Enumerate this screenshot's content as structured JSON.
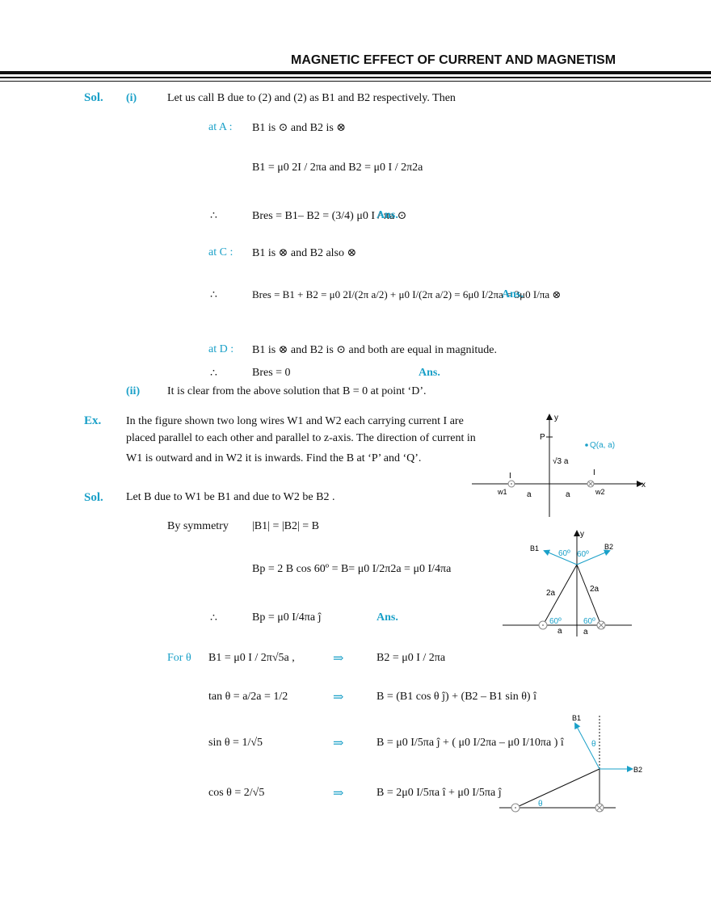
{
  "header": {
    "title": "MAGNETIC EFFECT  OF CURRENT AND MAGNETISM"
  },
  "sol1": {
    "label": "Sol.",
    "part_i": "(i)",
    "intro": "Let us call B due to (2) and (2) as B1 and B2 respectively. Then",
    "atA_label": "at A :",
    "atA_text": "B1 is ⊙ and B2 is ⊗",
    "b1_formula": "B1 = μ0 2I / 2πa   and  B2 = μ0 I / 2π2a",
    "therefore": "∴",
    "bres_A": "Bres = B1– B2 = (3/4) μ0 I / πa ⊙",
    "ans": "Ans.",
    "atC_label": "at C :",
    "atC_text": "B1 is ⊗ and B2 also ⊗",
    "bres_C": "Bres = B1 + B2 = μ0 2I/(2π a/2) + μ0 I/(2π a/2) = 6μ0 I/2πa = 3μ0 I/πa ⊗",
    "atD_label": "at D :",
    "atD_text": "B1 is ⊗ and B2 is ⊙ and both are equal in magnitude.",
    "bres_D": "Bres = 0",
    "part_ii": "(ii)",
    "part_ii_text": "It is clear from the above solution that B = 0 at point ‘D’."
  },
  "example": {
    "label": "Ex.",
    "line1": "In the figure shown two long wires W1 and W2 each carrying current I are",
    "line2": "placed parallel to each other and parallel to z-axis. The direction of current in",
    "line3": "W1 is outward and in W2 it is inwards. Find the B at ‘P’ and ‘Q’."
  },
  "sol2": {
    "label": "Sol.",
    "intro": "Let B due to W1 be B1 and due to W2 be B2 .",
    "symmetry": "By symmetry",
    "sym_eq": "|B1| = |B2| = B",
    "bp": "Bp = 2 B cos 60º = B= μ0 I/2π2a = μ0 I/4πa",
    "bp_vec": "Bp = μ0 I/4πa ĵ",
    "ans": "Ans.",
    "for_theta": "For θ",
    "b1_theta": "B1 = μ0 I / 2π√5a ,",
    "b2_theta": "B2 = μ0 I / 2πa",
    "tan": "tan θ = a/2a = 1/2",
    "b_vec1": "B = (B1 cos θ ĵ) + (B2 – B1 sin θ) î",
    "sin": "sin θ = 1/√5",
    "b_vec2": "B = μ0 I/5πa ĵ + ( μ0 I/2πa – μ0 I/10πa ) î",
    "cos": "cos θ = 2/√5",
    "b_vec3": "B = 2μ0 I/5πa î + μ0 I/5πa ĵ",
    "implies": "⇒"
  },
  "fig1": {
    "y": "y",
    "x": "x",
    "P": "P",
    "Q": "Q(a, a)",
    "sqrt3a": "√3 a",
    "I1": "I",
    "I2": "I",
    "w1": "w1",
    "w2": "w2",
    "a1": "a",
    "a2": "a"
  },
  "fig2": {
    "y": "y",
    "B1": "B1",
    "B2": "B2",
    "ang1": "60º",
    "ang2": "60º",
    "side1": "2a",
    "side2": "2a",
    "ang3": "60º",
    "ang4": "60º",
    "a1": "a",
    "a2": "a"
  },
  "fig3": {
    "B1": "B1",
    "B2": "B2",
    "theta1": "θ",
    "theta2": "θ"
  },
  "colors": {
    "accent": "#1aa0c8",
    "text": "#111111"
  }
}
